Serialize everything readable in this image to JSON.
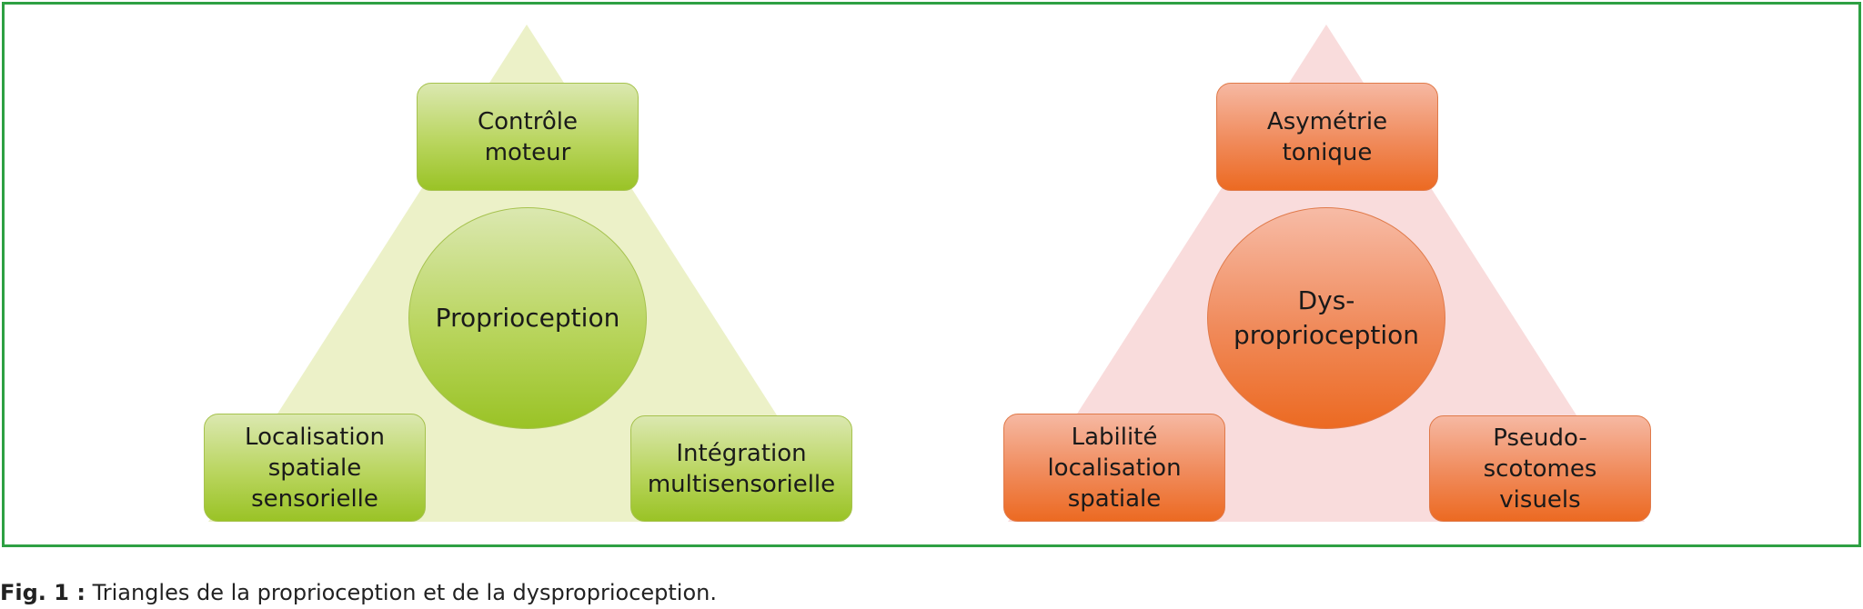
{
  "diagram_left": {
    "triangle_color": "#ecf1c8",
    "center": "Proprioception",
    "top": "Contrôle\nmoteur",
    "bottom_left": "Localisation\nspatiale\nsensorielle",
    "bottom_right": "Intégration\nmultisensorielle"
  },
  "diagram_right": {
    "triangle_color": "#f9dcdc",
    "center": "Dys-\nproprioception",
    "top": "Asymétrie\ntonique",
    "bottom_left": "Labilité\nlocalisation\nspatiale",
    "bottom_right": "Pseudo-scotomes\nvisuels"
  },
  "caption": {
    "label": "Fig. 1 :",
    "text": "Triangles de la proprioception et de la dysproprioception."
  },
  "colors": {
    "frame": "#2ea043",
    "green": "#9ac326",
    "orange": "#ec6a22"
  }
}
